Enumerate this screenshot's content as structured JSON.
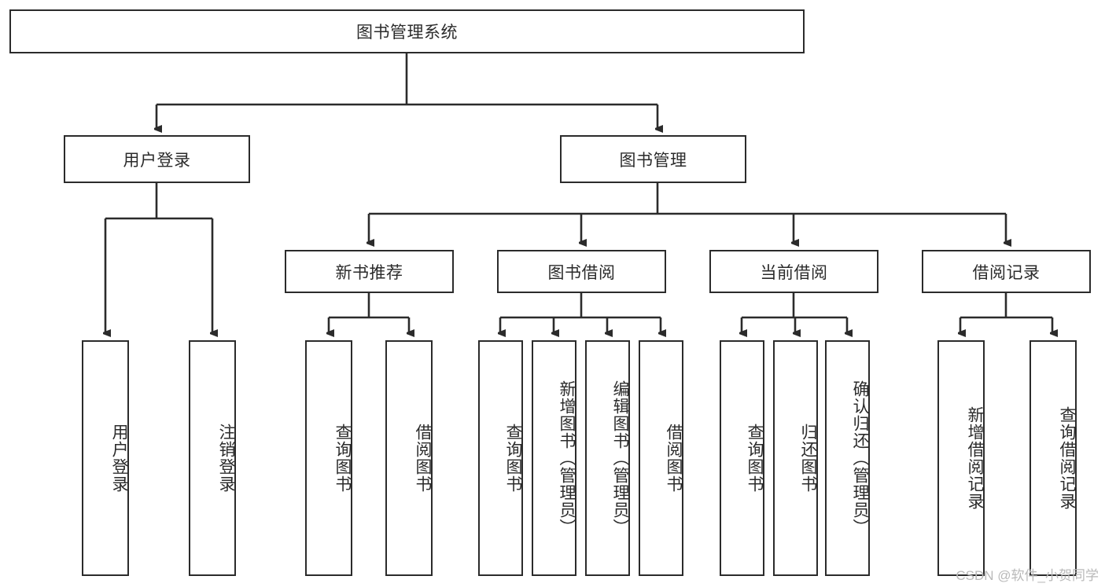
{
  "diagram": {
    "type": "tree-hierarchy",
    "title": "图书管理系统",
    "watermark": "CSDN @软件_小贺同学",
    "colors": {
      "stroke": "#2b2b2b",
      "fill": "#ffffff",
      "watermark": "#b9b9b9"
    },
    "root": {
      "label": "图书管理系统"
    },
    "level2": [
      {
        "label": "用户登录"
      },
      {
        "label": "图书管理"
      }
    ],
    "level3": [
      {
        "label": "新书推荐"
      },
      {
        "label": "图书借阅"
      },
      {
        "label": "当前借阅"
      },
      {
        "label": "借阅记录"
      }
    ],
    "leaves": {
      "user_login": [
        {
          "label": "用户登录"
        },
        {
          "label": "注销登录"
        }
      ],
      "new_book_recommend": [
        {
          "label": "查询图书"
        },
        {
          "label": "借阅图书"
        }
      ],
      "book_borrow": [
        {
          "label": "查询图书"
        },
        {
          "label": "新增图书（管理员）"
        },
        {
          "label": "编辑图书（管理员）"
        },
        {
          "label": "借阅图书"
        }
      ],
      "current_borrow": [
        {
          "label": "查询图书"
        },
        {
          "label": "归还图书"
        },
        {
          "label": "确认归还（管理员）"
        }
      ],
      "borrow_record": [
        {
          "label": "新增借阅记录"
        },
        {
          "label": "查询借阅记录"
        }
      ]
    }
  }
}
